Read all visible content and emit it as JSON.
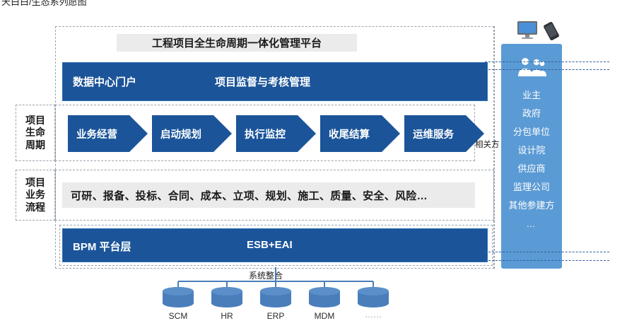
{
  "caption": "天白白/生态系列愿图",
  "platform": {
    "title": "工程项目全生命周期一体化管理平台",
    "portal": {
      "left_label": "数据中心门户",
      "right_label": "项目监督与考核管理"
    },
    "lifecycle": {
      "side_label": "项目\n生命\n周期",
      "side_label_lines": [
        "项目",
        "生命",
        "周期"
      ],
      "stages": [
        {
          "label": "业务经营"
        },
        {
          "label": "启动规划"
        },
        {
          "label": "执行监控"
        },
        {
          "label": "收尾结算"
        },
        {
          "label": "运维服务"
        }
      ],
      "stakeholder_tag": "相关方"
    },
    "process": {
      "side_label_lines": [
        "项目",
        "业务",
        "流程"
      ],
      "items_text": "可研、报备、投标、合同、成本、立项、规划、施工、质量、安全、风险…"
    },
    "bpm": {
      "left_label": "BPM  平台层",
      "right_label": "ESB+EAI"
    }
  },
  "integration": {
    "label": "系统整合",
    "databases": [
      {
        "name": "SCM"
      },
      {
        "name": "HR"
      },
      {
        "name": "ERP"
      },
      {
        "name": "MDM"
      },
      {
        "name": "……"
      }
    ]
  },
  "stakeholders": {
    "icon": "people-group-icon",
    "devices": [
      "desktop-monitor-icon",
      "smartphone-icon"
    ],
    "items": [
      {
        "label": "业主"
      },
      {
        "label": "政府"
      },
      {
        "label": "分包单位"
      },
      {
        "label": "设计院"
      },
      {
        "label": "供应商"
      },
      {
        "label": "监理公司"
      },
      {
        "label": "其他参建方"
      },
      {
        "label": "…"
      }
    ]
  },
  "colors": {
    "deep_blue": "#1b5499",
    "panel_blue": "#5b9bd5",
    "band_grey": "#ebebeb",
    "dash_grey": "#9aa3ad",
    "db_blue": "#4a7ebb"
  }
}
